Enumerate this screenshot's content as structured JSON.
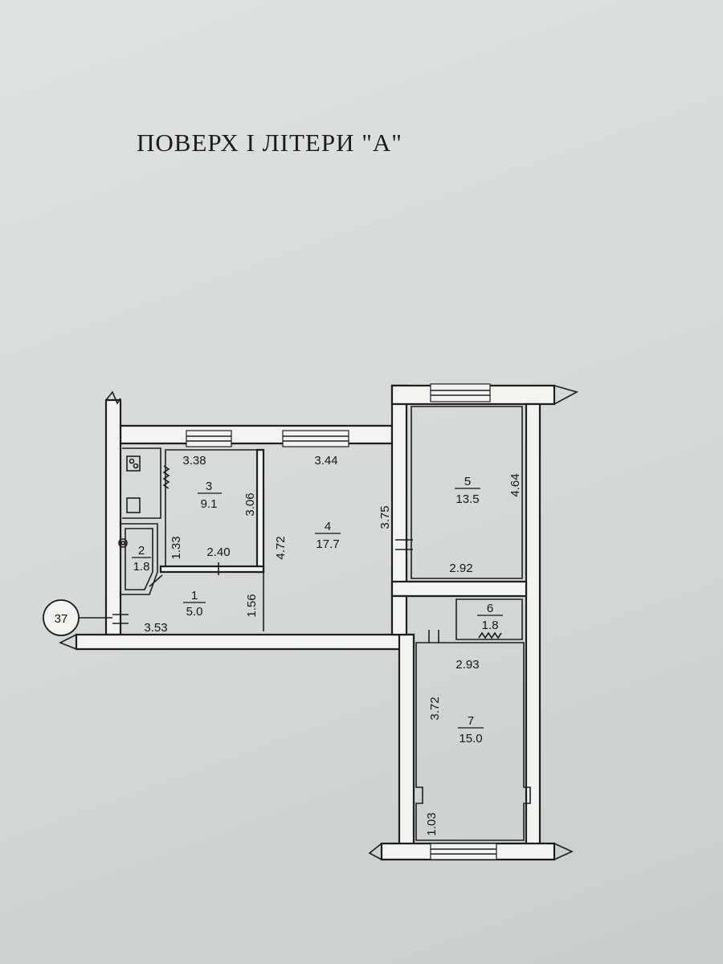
{
  "title": "ПОВЕРХ І ЛІТЕРИ \"А\"",
  "section_marker": "37",
  "rooms": [
    {
      "num": "1",
      "area": "5.0"
    },
    {
      "num": "2",
      "area": "1.8"
    },
    {
      "num": "3",
      "area": "9.1"
    },
    {
      "num": "4",
      "area": "17.7"
    },
    {
      "num": "5",
      "area": "13.5"
    },
    {
      "num": "6",
      "area": "1.8"
    },
    {
      "num": "7",
      "area": "15.0"
    }
  ],
  "dimensions": [
    "3.38",
    "3.06",
    "2.40",
    "1.33",
    "3.44",
    "4.72",
    "3.75",
    "1.56",
    "3.53",
    "4.64",
    "2.92",
    "2.93",
    "3.72",
    "1.03"
  ],
  "colors": {
    "ink": "#1e1e1e",
    "paper": "#dfe2e0",
    "wall_fill": "#f3f4f2"
  }
}
